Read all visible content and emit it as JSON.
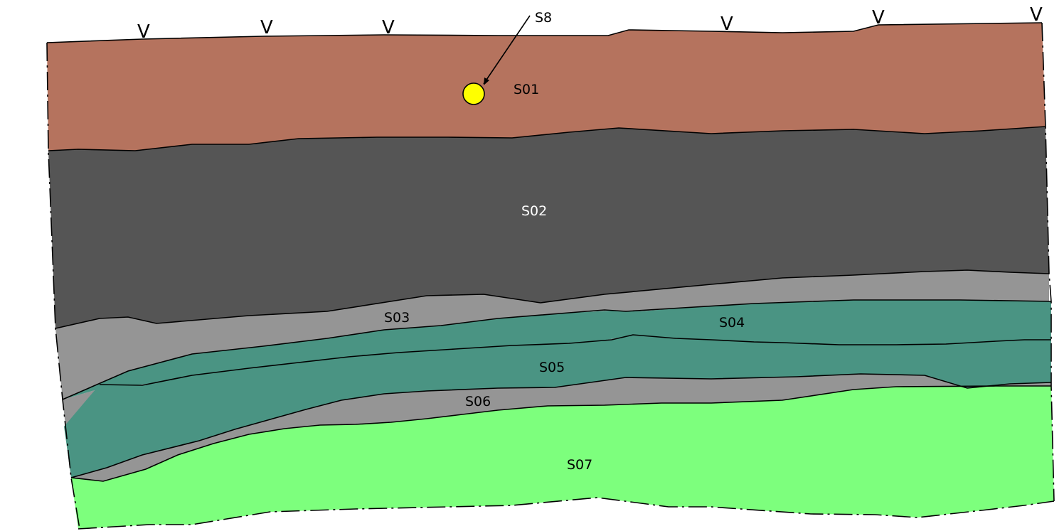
{
  "layers": [
    {
      "id": "S01",
      "label": "S01",
      "color": "#b5735e",
      "label_light": false
    },
    {
      "id": "S02",
      "label": "S02",
      "color": "#555555",
      "label_light": true
    },
    {
      "id": "S03",
      "label": "S03",
      "color": "#959595",
      "label_light": false
    },
    {
      "id": "S04",
      "label": "S04",
      "color": "#4a9483",
      "label_light": false
    },
    {
      "id": "S05",
      "label": "S05",
      "color": "#4a9483",
      "label_light": false
    },
    {
      "id": "S06",
      "label": "S06",
      "color": "#959595",
      "label_light": false
    },
    {
      "id": "S07",
      "label": "S07",
      "color": "#7dff7d",
      "label_light": false
    }
  ],
  "sample_marker": {
    "label": "S8",
    "color": "#ffff00"
  },
  "ground_symbol": "V"
}
